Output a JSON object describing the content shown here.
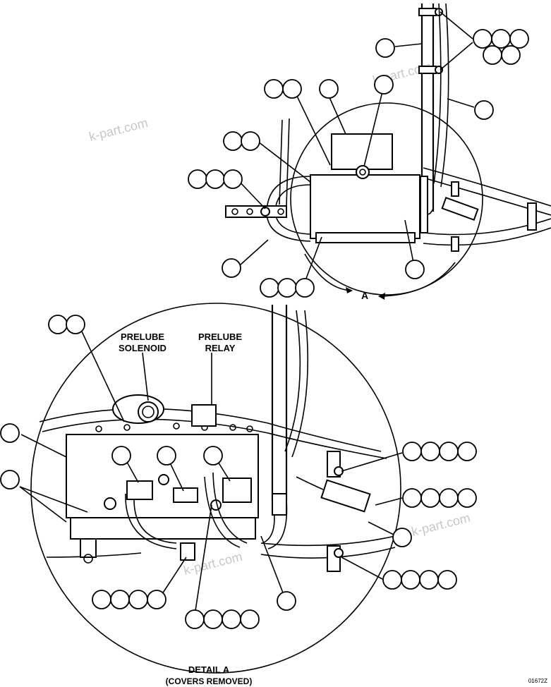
{
  "labels": {
    "prelube_solenoid_line1": "PRELUBE",
    "prelube_solenoid_line2": "SOLENOID",
    "prelube_relay_line1": "PRELUBE",
    "prelube_relay_line2": "RELAY",
    "detail_title": "DETAIL A",
    "detail_subtitle": "(COVERS REMOVED)",
    "view_marker": "A",
    "drawing_number": "01672Z"
  },
  "watermarks": [
    "k-part.com",
    "k-part.com",
    "k-part.com",
    "k-part.com"
  ],
  "callout_groups": [
    {
      "id": "top-right-clamps",
      "count": 5
    },
    {
      "id": "top-pipe",
      "count": 1
    },
    {
      "id": "top-hose-right",
      "count": 1
    },
    {
      "id": "top-bolt-pair",
      "count": 2
    },
    {
      "id": "top-cover",
      "count": 1
    },
    {
      "id": "top-grommet",
      "count": 1
    },
    {
      "id": "top-box-pair",
      "count": 2
    },
    {
      "id": "top-terminal-triple",
      "count": 3
    },
    {
      "id": "top-harness",
      "count": 1
    },
    {
      "id": "top-bottom-triple",
      "count": 3
    },
    {
      "id": "top-box-lower",
      "count": 1
    },
    {
      "id": "detail-top-pair",
      "count": 2
    },
    {
      "id": "detail-left-single",
      "count": 1
    },
    {
      "id": "detail-left-single-2",
      "count": 1
    },
    {
      "id": "detail-switch-left",
      "count": 1
    },
    {
      "id": "detail-switch-mid",
      "count": 1
    },
    {
      "id": "detail-switch-right",
      "count": 1
    },
    {
      "id": "detail-right-quad-1",
      "count": 4
    },
    {
      "id": "detail-right-quad-2",
      "count": 4
    },
    {
      "id": "detail-right-single",
      "count": 1
    },
    {
      "id": "detail-right-quad-3",
      "count": 4
    },
    {
      "id": "detail-bottom-quad-1",
      "count": 4
    },
    {
      "id": "detail-bottom-quad-2",
      "count": 4
    },
    {
      "id": "detail-bottom-single",
      "count": 1
    }
  ]
}
